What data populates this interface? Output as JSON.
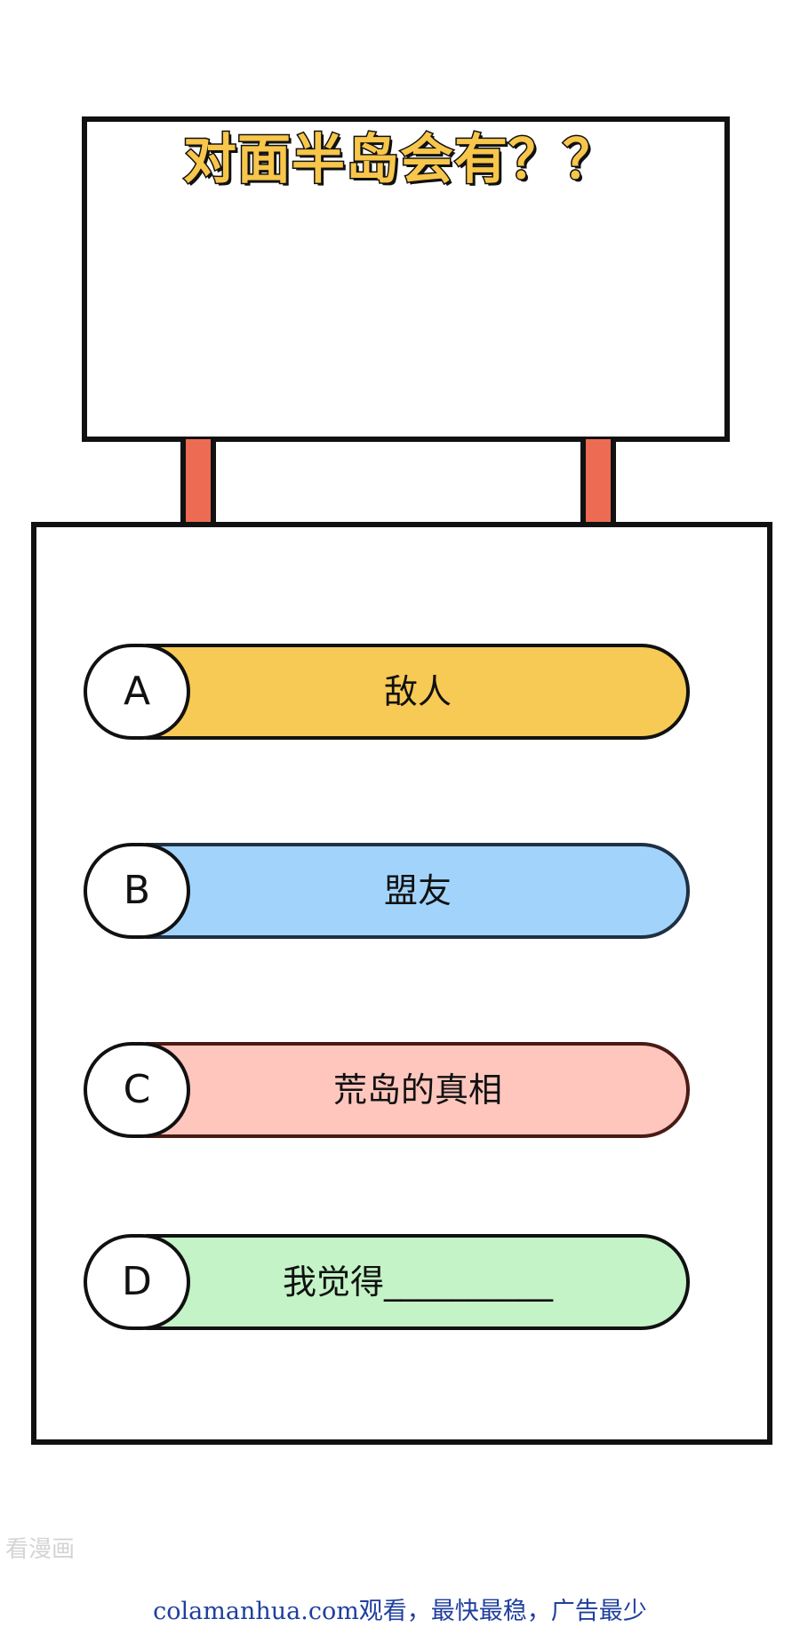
{
  "sign": {
    "question": "对面半岛会有？？"
  },
  "options": [
    {
      "letter": "A",
      "text": "敌人",
      "color": "#f7ca55",
      "border": "#111111"
    },
    {
      "letter": "B",
      "text": "盟友",
      "color": "#a2d4fb",
      "border": "#1f3044"
    },
    {
      "letter": "C",
      "text": "荒岛的真相",
      "color": "#fec6bd",
      "border": "#4a1b15"
    },
    {
      "letter": "D",
      "text": "我觉得__________",
      "color": "#c3f3c6",
      "border": "#111111"
    }
  ],
  "colors": {
    "title_fill": "#f7c64a",
    "post": "#ee6b53",
    "footer_link": "#1f3f9f"
  },
  "watermark": "看漫画",
  "footer": "colamanhua.com观看，最快最稳，广告最少"
}
